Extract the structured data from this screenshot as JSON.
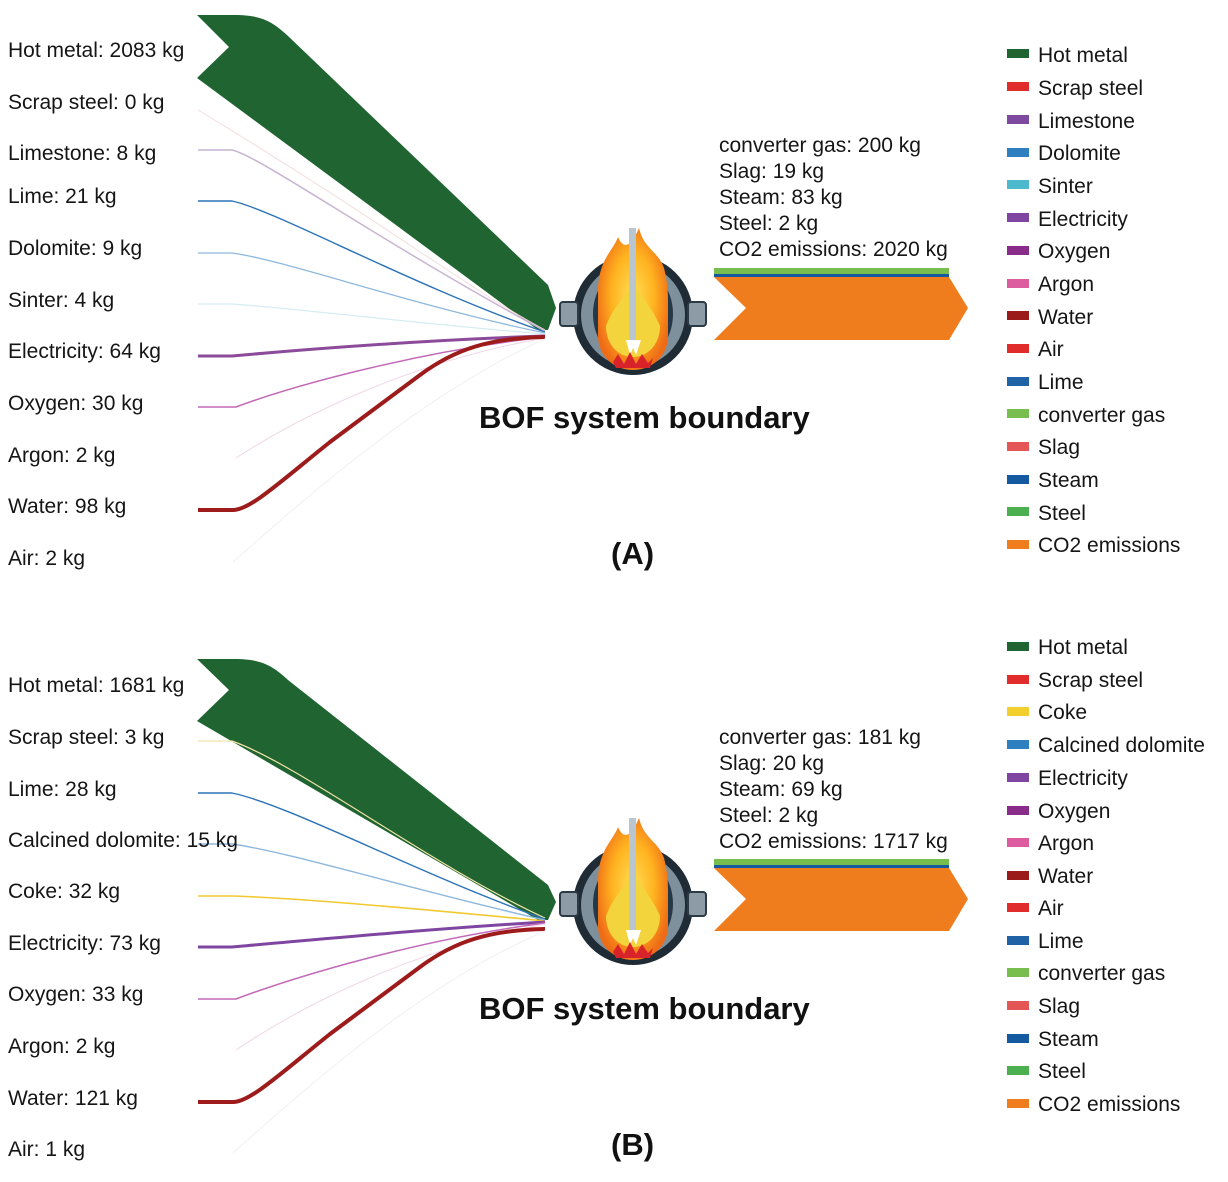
{
  "panels": [
    {
      "tag": "(A)",
      "boundary_label": "BOF system boundary",
      "inputs": [
        {
          "label": "Hot metal: 2083 kg",
          "color": "#1f6431"
        },
        {
          "label": "Scrap steel: 0 kg",
          "color": "#e43b34"
        },
        {
          "label": "Limestone: 8 kg",
          "color": "#8b4b9a"
        },
        {
          "label": "Lime: 21 kg",
          "color": "#2b73b6"
        },
        {
          "label": "Dolomite: 9 kg",
          "color": "#4f97d2"
        },
        {
          "label": "Sinter: 4 kg",
          "color": "#53bdd0"
        },
        {
          "label": "Electricity: 64 kg",
          "color": "#8b4b9a"
        },
        {
          "label": "Oxygen: 30 kg",
          "color": "#c269b8"
        },
        {
          "label": "Argon: 2 kg",
          "color": "#d66ca8"
        },
        {
          "label": "Water: 98 kg",
          "color": "#9e1b1b"
        },
        {
          "label": "Air: 2 kg",
          "color": "#e43b34"
        }
      ],
      "outputs": [
        "converter gas: 200 kg",
        "Slag: 19 kg",
        "Steam: 83 kg",
        "Steel: 2 kg",
        "CO2 emissions: 2020 kg"
      ],
      "legend": [
        {
          "label": "Hot metal",
          "color": "#1f6431"
        },
        {
          "label": "Scrap steel",
          "color": "#e12c2c"
        },
        {
          "label": "Limestone",
          "color": "#7e4aa0"
        },
        {
          "label": "Dolomite",
          "color": "#2e7fc0"
        },
        {
          "label": "Sinter",
          "color": "#4cb9cc"
        },
        {
          "label": "Electricity",
          "color": "#7f46a1"
        },
        {
          "label": "Oxygen",
          "color": "#8a2c8a"
        },
        {
          "label": "Argon",
          "color": "#dd5c9f"
        },
        {
          "label": "Water",
          "color": "#9b1a1a"
        },
        {
          "label": "Air",
          "color": "#e12c2c"
        },
        {
          "label": "Lime",
          "color": "#1f62a5"
        },
        {
          "label": "converter gas",
          "color": "#77be4e"
        },
        {
          "label": "Slag",
          "color": "#e45555"
        },
        {
          "label": "Steam",
          "color": "#155aa0"
        },
        {
          "label": "Steel",
          "color": "#4caf50"
        },
        {
          "label": "CO2 emissions",
          "color": "#ef7d1d"
        }
      ]
    },
    {
      "tag": "(B)",
      "boundary_label": "BOF system boundary",
      "inputs": [
        {
          "label": "Hot metal: 1681 kg",
          "color": "#1f6431"
        },
        {
          "label": "Scrap steel: 3 kg",
          "color": "#e8d06a"
        },
        {
          "label": "Lime: 28 kg",
          "color": "#2b73b6"
        },
        {
          "label": "Calcined dolomite: 15 kg",
          "color": "#4f97d2"
        },
        {
          "label": "Coke: 32 kg",
          "color": "#f1c92f"
        },
        {
          "label": "Electricity: 73 kg",
          "color": "#7f46a1"
        },
        {
          "label": "Oxygen: 33 kg",
          "color": "#c269b8"
        },
        {
          "label": "Argon: 2 kg",
          "color": "#d66ca8"
        },
        {
          "label": "Water: 121 kg",
          "color": "#9e1b1b"
        },
        {
          "label": "Air: 1 kg",
          "color": "#e43b34"
        }
      ],
      "outputs": [
        "converter gas: 181 kg",
        "Slag: 20 kg",
        "Steam: 69 kg",
        "Steel: 2 kg",
        "CO2 emissions: 1717 kg"
      ],
      "legend": [
        {
          "label": "Hot metal",
          "color": "#1f6431"
        },
        {
          "label": "Scrap steel",
          "color": "#e12c2c"
        },
        {
          "label": "Coke",
          "color": "#f2cf2c"
        },
        {
          "label": "Calcined dolomite",
          "color": "#2e7fc0"
        },
        {
          "label": "Electricity",
          "color": "#7f46a1"
        },
        {
          "label": "Oxygen",
          "color": "#8a2c8a"
        },
        {
          "label": "Argon",
          "color": "#dd5c9f"
        },
        {
          "label": "Water",
          "color": "#9b1a1a"
        },
        {
          "label": "Air",
          "color": "#e12c2c"
        },
        {
          "label": "Lime",
          "color": "#1f62a5"
        },
        {
          "label": "converter gas",
          "color": "#77be4e"
        },
        {
          "label": "Slag",
          "color": "#e45555"
        },
        {
          "label": "Steam",
          "color": "#155aa0"
        },
        {
          "label": "Steel",
          "color": "#4caf50"
        },
        {
          "label": "CO2 emissions",
          "color": "#ef7d1d"
        }
      ]
    }
  ]
}
